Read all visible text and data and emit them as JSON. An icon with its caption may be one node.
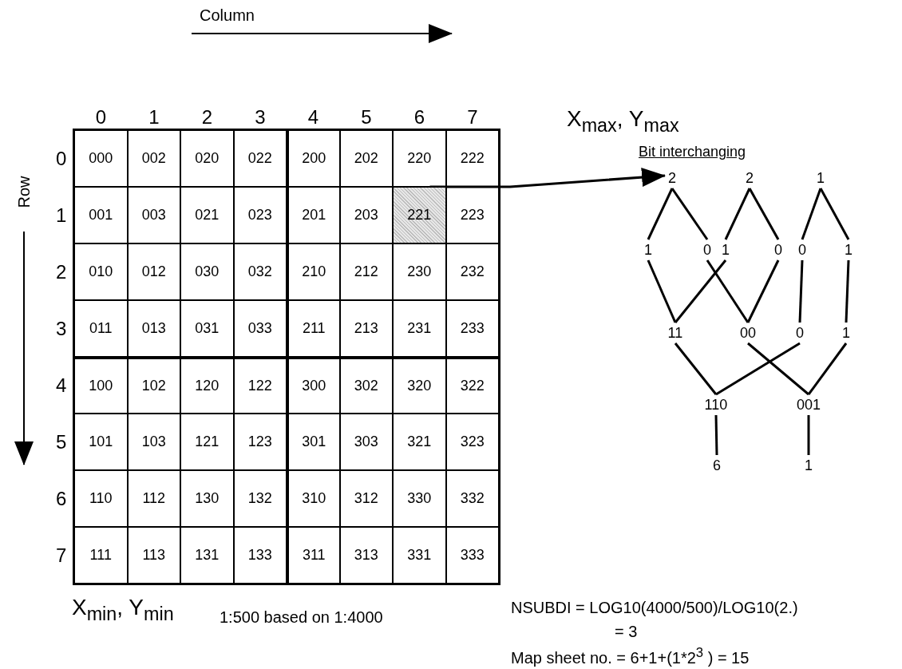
{
  "diagram": {
    "nodes": [
      {
        "text": [
          "000"
        ]
      },
      {
        "text": [
          "002"
        ]
      },
      {
        "text": [
          "020"
        ]
      },
      {
        "text": [
          "022"
        ]
      },
      {
        "text": [
          "200"
        ]
      },
      {
        "text": [
          "202"
        ]
      },
      {
        "text": [
          "220"
        ]
      },
      {
        "text": [
          "222"
        ]
      },
      {
        "text": [
          "001"
        ]
      },
      {
        "text": [
          "003"
        ]
      },
      {
        "text": [
          "021"
        ]
      },
      {
        "text": [
          "023"
        ]
      },
      {
        "text": [
          "201"
        ]
      },
      {
        "text": [
          "203"
        ]
      },
      {
        "text": [
          "221"
        ]
      },
      {
        "text": [
          "223"
        ]
      },
      {
        "text": [
          "010"
        ]
      },
      {
        "text": [
          "012"
        ]
      },
      {
        "text": [
          "030"
        ]
      },
      {
        "text": [
          "032"
        ]
      },
      {
        "text": [
          "210"
        ]
      },
      {
        "text": [
          "212"
        ]
      },
      {
        "text": [
          "230"
        ]
      },
      {
        "text": [
          "232"
        ]
      },
      {
        "text": [
          "011"
        ]
      },
      {
        "text": [
          "013"
        ]
      },
      {
        "text": [
          "031"
        ]
      },
      {
        "text": [
          "033"
        ]
      },
      {
        "text": [
          "211"
        ]
      },
      {
        "text": [
          "213"
        ]
      },
      {
        "text": [
          "231"
        ]
      },
      {
        "text": [
          "233"
        ]
      },
      {
        "text": [
          "100"
        ]
      },
      {
        "text": [
          "102"
        ]
      },
      {
        "text": [
          "120"
        ]
      },
      {
        "text": [
          "122"
        ]
      },
      {
        "text": [
          "300"
        ]
      },
      {
        "text": [
          "302"
        ]
      },
      {
        "text": [
          "320"
        ]
      },
      {
        "text": [
          "322"
        ]
      },
      {
        "text": [
          "101"
        ]
      },
      {
        "text": [
          "103"
        ]
      },
      {
        "text": [
          "121"
        ]
      },
      {
        "text": [
          "123"
        ]
      },
      {
        "text": [
          "301"
        ]
      },
      {
        "text": [
          "303"
        ]
      },
      {
        "text": [
          "321"
        ]
      },
      {
        "text": [
          "323"
        ]
      },
      {
        "text": [
          "110"
        ]
      },
      {
        "text": [
          "112"
        ]
      },
      {
        "text": [
          "130"
        ]
      },
      {
        "text": [
          "132"
        ]
      },
      {
        "text": [
          "310"
        ]
      },
      {
        "text": [
          "312"
        ]
      },
      {
        "text": [
          "330"
        ]
      },
      {
        "text": [
          "332"
        ]
      },
      {
        "text": [
          "111"
        ]
      },
      {
        "text": [
          "113"
        ]
      },
      {
        "text": [
          "131"
        ]
      },
      {
        "text": [
          "133"
        ]
      },
      {
        "text": [
          "311"
        ]
      },
      {
        "text": [
          "313"
        ]
      },
      {
        "text": [
          "331"
        ]
      },
      {
        "text": [
          "333"
        ]
      },
      {
        "text": [
          "2"
        ]
      },
      {
        "text": [
          "2"
        ]
      },
      {
        "text": [
          "1"
        ]
      },
      {
        "text": [
          "1"
        ]
      },
      {
        "text": [
          "0"
        ]
      },
      {
        "text": [
          "1"
        ]
      },
      {
        "text": [
          "0"
        ]
      },
      {
        "text": [
          "0"
        ]
      },
      {
        "text": [
          "1"
        ]
      },
      {
        "text": [
          "11"
        ]
      },
      {
        "text": [
          "00"
        ]
      },
      {
        "text": [
          "0"
        ]
      },
      {
        "text": [
          "1"
        ]
      },
      {
        "text": [
          "110"
        ]
      },
      {
        "text": [
          "001"
        ]
      },
      {
        "text": [
          "6"
        ]
      },
      {
        "text": [
          "1"
        ]
      }
    ],
    "edges": [
      {
        "from": 14,
        "to": 64,
        "arrow": "to"
      },
      {
        "from": 64,
        "to": 67,
        "arrow": "none"
      },
      {
        "from": 64,
        "to": 68,
        "arrow": "none"
      },
      {
        "from": 65,
        "to": 69,
        "arrow": "none"
      },
      {
        "from": 65,
        "to": 70,
        "arrow": "none"
      },
      {
        "from": 66,
        "to": 71,
        "arrow": "none"
      },
      {
        "from": 66,
        "to": 72,
        "arrow": "none"
      },
      {
        "from": 67,
        "to": 73,
        "arrow": "none"
      },
      {
        "from": 69,
        "to": 73,
        "arrow": "none"
      },
      {
        "from": 68,
        "to": 74,
        "arrow": "none"
      },
      {
        "from": 70,
        "to": 74,
        "arrow": "none"
      },
      {
        "from": 71,
        "to": 75,
        "arrow": "none"
      },
      {
        "from": 72,
        "to": 76,
        "arrow": "none"
      },
      {
        "from": 73,
        "to": 77,
        "arrow": "none"
      },
      {
        "from": 75,
        "to": 77,
        "arrow": "none"
      },
      {
        "from": 74,
        "to": 78,
        "arrow": "none"
      },
      {
        "from": 76,
        "to": 78,
        "arrow": "none"
      },
      {
        "from": 77,
        "to": 79,
        "arrow": "none"
      },
      {
        "from": 78,
        "to": 80,
        "arrow": "none"
      }
    ],
    "labels": [
      "Column",
      "0",
      "1",
      "2",
      "3",
      "4",
      "5",
      "6",
      "7",
      "X$_{max}$, Y$_{max}$",
      "Bit interchanging",
      "Row",
      "0",
      "1",
      "2",
      "3",
      "4",
      "5",
      "6",
      "7",
      "X$_{min}$, Y$_{min}$",
      "1:500 based on 1:4000",
      "NSUBDI = LOG10(4000/500)/LOG10(2.)",
      "= 3",
      "Map sheet no. = 6+1+(1*2$^{3}$ ) = 15"
    ]
  }
}
